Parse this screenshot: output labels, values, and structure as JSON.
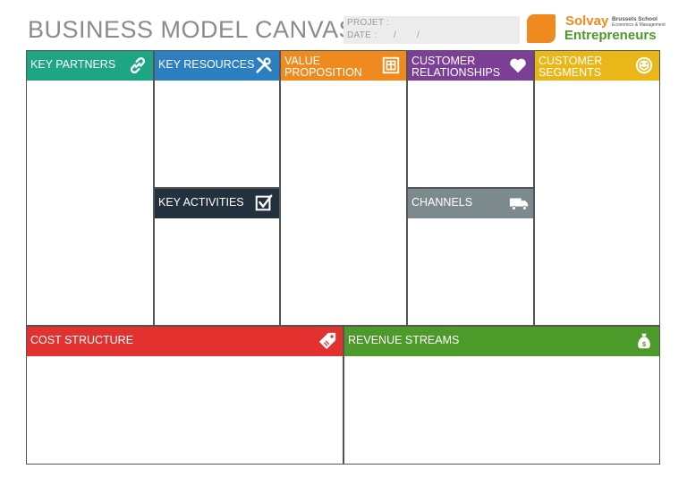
{
  "header": {
    "title": "BUSINESS MODEL CANVAS",
    "projet_label": "PROJET :",
    "date_label": "DATE :",
    "date_sep1": "/",
    "date_sep2": "/"
  },
  "logo": {
    "name": "Solvay",
    "school_line1": "Brussels School",
    "school_line2": "Economics & Management",
    "entrepreneurs": "Entrepreneurs"
  },
  "blocks": {
    "key_partners": "KEY PARTNERS",
    "key_resources": "KEY RESOURCES",
    "value_proposition": "VALUE\nPROPOSITION",
    "customer_relationships": "CUSTOMER\nRELATIONSHIPS",
    "customer_segments": "CUSTOMER\nSEGMENTS",
    "key_activities": "KEY ACTIVITIES",
    "channels": "CHANNELS",
    "cost_structure": "COST STRUCTURE",
    "revenue_streams": "REVENUE STREAMS"
  },
  "colors": {
    "key_partners": "#1ea584",
    "key_resources": "#2c7fc1",
    "value_proposition": "#ef8a1f",
    "customer_relationships": "#7b3f96",
    "customer_segments": "#e9b718",
    "key_activities": "#23313f",
    "channels": "#7d8a8d",
    "cost_structure": "#e3312f",
    "revenue_streams": "#4c9a2a"
  },
  "icons": {
    "key_partners": "link-icon",
    "key_resources": "tools-icon",
    "value_proposition": "gift-icon",
    "customer_relationships": "heart-icon",
    "customer_segments": "smiley-icon",
    "key_activities": "checkbox-icon",
    "channels": "truck-icon",
    "cost_structure": "price-tag-icon",
    "revenue_streams": "money-bag-icon",
    "money_symbol": "$"
  }
}
